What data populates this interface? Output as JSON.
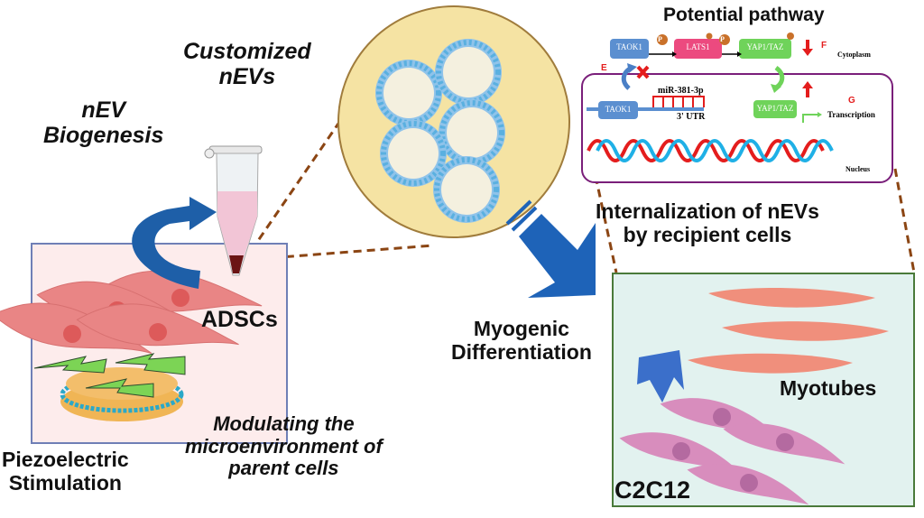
{
  "labels": {
    "customized_nevs": "Customized\nnEVs",
    "nev_biogenesis": "nEV\nBiogenesis",
    "adscs": "ADSCs",
    "piezoelectric": "Piezoelectric\nStimulation",
    "modulating": "Modulating the\nmicroenvironment of\nparent cells",
    "myogenic": "Myogenic\nDifferentiation",
    "internalization": "Internalization of nEVs\nby recipient cells",
    "myotubes": "Myotubes",
    "c2c12": "C2C12"
  },
  "pathway": {
    "title": "Potential pathway",
    "nodes": {
      "taok1": "TAOK1",
      "lats1": "LATS1",
      "yap_taz": "YAP1/TAZ",
      "taok1_nuclear": "TAOK1",
      "yap_taz_nuclear": "YAP1/TAZ"
    },
    "phospho": "P",
    "mirna": "miR-381-3p",
    "utr": "3' UTR",
    "cytoplasm": "Cytoplasm",
    "nucleus": "Nucleus",
    "transcription": "Transcription",
    "markers": {
      "e": "E",
      "f": "F",
      "g": "G"
    }
  },
  "colors": {
    "taok1": "#5b8fd0",
    "lats1": "#ec4a7f",
    "yap": "#6fd35a",
    "phospho": "#c9712a",
    "nucleus_border": "#7a1f7a",
    "red": "#e41d1d",
    "dna_blue": "#1fb0e6",
    "arrow_blue": "#1e63b8",
    "dish": "#f5e3a3",
    "adsc_box": "#fdecec",
    "c2c12_box": "#e2f2ef",
    "dashed": "#8b4513"
  }
}
